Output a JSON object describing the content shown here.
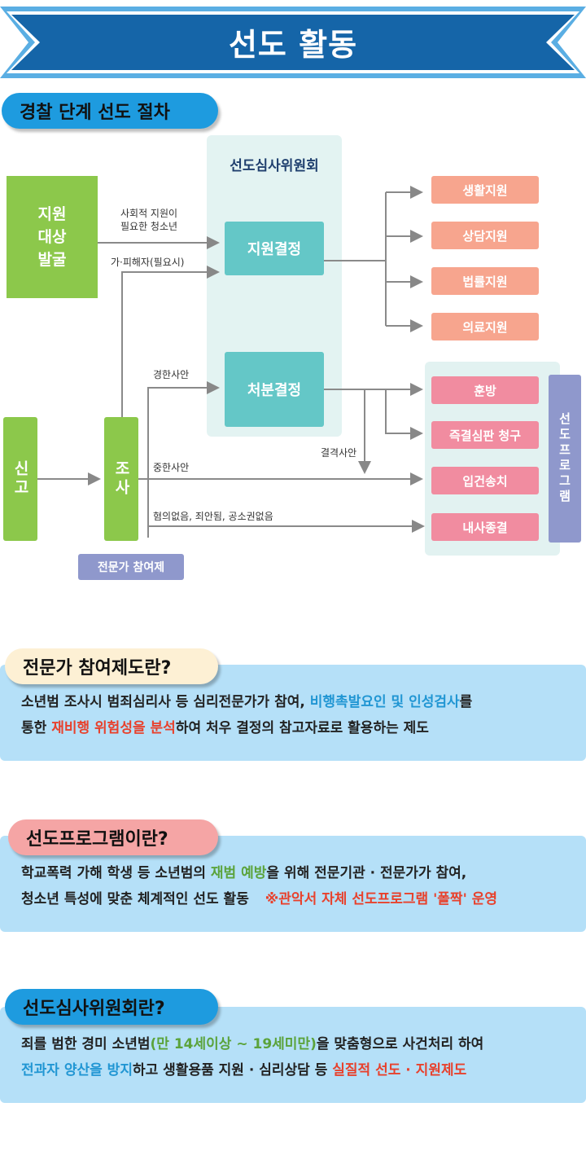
{
  "banner": {
    "title": "선도 활동"
  },
  "section1": {
    "title": "경찰 단계 선도 절차"
  },
  "flow": {
    "committee_title": "선도심사위원회",
    "discovery": "지원\n대상\n발굴",
    "report": "신고",
    "investigation": "조사",
    "support_decision": "지원결정",
    "disposition_decision": "처분결정",
    "expert_tag": "전문가 참여제",
    "program_label": "선도프로그램",
    "supports": [
      "생활지원",
      "상담지원",
      "법률지원",
      "의료지원"
    ],
    "outcomes": [
      "훈방",
      "즉결심판 청구",
      "입건송치",
      "내사종결"
    ],
    "labels": {
      "needs_support": "사회적 지원이\n필요한 청소년",
      "victim": "가·피해자(필요시)",
      "minor_case": "경한사안",
      "serious_case": "중한사안",
      "disqualified": "결격사안",
      "no_charge": "혐의없음, 죄안됨, 공소권없음"
    }
  },
  "section2": {
    "title": "전문가 참여제도란?",
    "text_a": "소년범 조사시 범죄심리사 등 심리전문가가 참여, ",
    "text_b": "비행촉발요인 및 인성검사",
    "text_c": "를",
    "text_d": "통한 ",
    "text_e": "재비행 위험성을 분석",
    "text_f": "하여 처우 결정의 참고자료로 활용하는 제도"
  },
  "section3": {
    "title": "선도프로그램이란?",
    "text_a": "학교폭력 가해 학생 등 소년범의 ",
    "text_b": "재범 예방",
    "text_c": "을 위해 전문기관 · 전문가가 참여,",
    "text_d": "청소년 특성에 맞춘 체계적인 선도 활동",
    "text_e": "※관악서 자체 선도프로그램 '폴짝' 운영"
  },
  "section4": {
    "title": "선도심사위원회란?",
    "text_a": "죄를 범한 경미 소년범",
    "text_b": "(만 14세이상 ~ 19세미만)",
    "text_c": "을 맞춤형으로 사건처리 하여",
    "text_d": "전과자 양산을 방지",
    "text_e": "하고 생활용품 지원 · 심리상담 등 ",
    "text_f": "실질적 선도 · 지원제도"
  },
  "colors": {
    "banner": "#1565a8",
    "banner_trim": "#5aaee3",
    "green": "#8cc84b",
    "teal": "#64c7c7",
    "salmon": "#f7a58e",
    "pink": "#f18ca0",
    "purple": "#8f98cc",
    "info_bg": "#b5e0f8"
  }
}
